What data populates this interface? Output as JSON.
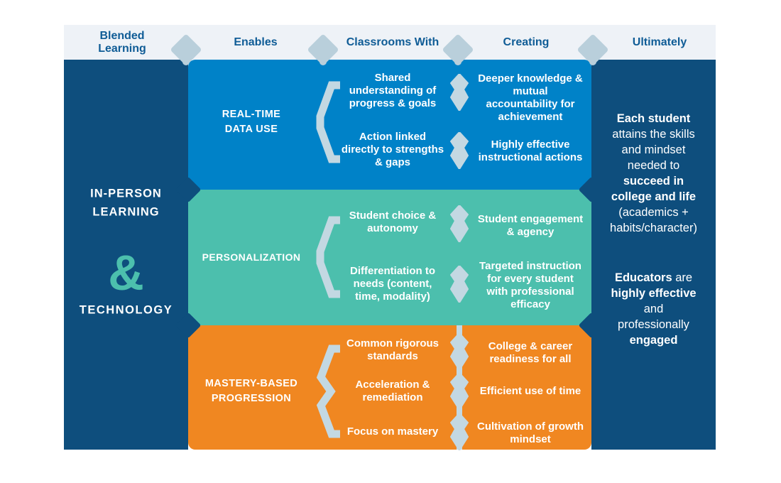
{
  "header": {
    "labels": [
      "Blended Learning",
      "Enables",
      "Classrooms With",
      "Creating",
      "Ultimately"
    ]
  },
  "left_panel": {
    "top": "IN-PERSON LEARNING",
    "ampersand": "&",
    "bottom": "TECHNOLOGY"
  },
  "rows": [
    {
      "label": "REAL-TIME DATA USE",
      "middle_items": [
        "Shared understanding of progress & goals",
        "Action linked directly to strengths & gaps"
      ],
      "right_items": [
        "Deeper knowledge & mutual accountability for achievement",
        "Highly effective instructional actions"
      ]
    },
    {
      "label": "PERSONALIZATION",
      "middle_items": [
        "Student choice & autonomy",
        "Differentiation to needs (content, time, modality)"
      ],
      "right_items": [
        "Student engagement & agency",
        "Targeted instruction for every student with professional efficacy"
      ]
    },
    {
      "label": "MASTERY-BASED PROGRESSION",
      "middle_items": [
        "Common rigorous standards",
        "Acceleration & remediation",
        "Focus on mastery"
      ],
      "right_items": [
        "College & career readiness for all",
        "Efficient use of time",
        "Cultivation of growth mindset"
      ]
    }
  ],
  "right_panel": {
    "para1_lines": [
      "Each student",
      "attains the skills",
      "and mindset",
      "needed to",
      "succeed in",
      "college and life",
      "(academics +",
      "habits/character)"
    ],
    "para2_line1_bold": "Educators",
    "para2_line1_rest": " are",
    "para2_lines": [
      "highly effective",
      "and",
      "professionally",
      "engaged"
    ]
  },
  "colors": {
    "navy": "#0e4e7d",
    "blue_row": "#0082c8",
    "teal_row": "#4cbfad",
    "orange_row": "#f08721",
    "accent_light": "#c3d8e2",
    "header_diamond": "#b9cfdb",
    "header_bg": "#eef2f7",
    "header_text": "#0f5c96",
    "text": "#ffffff"
  }
}
